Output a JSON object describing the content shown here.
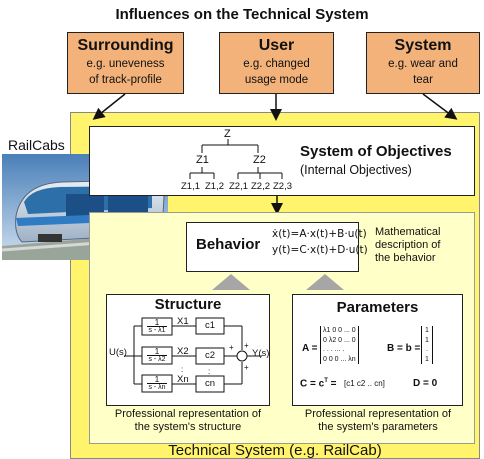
{
  "title": "Influences on the Technical System",
  "influences": [
    {
      "heading": "Surrounding",
      "line1": "e.g. uneveness",
      "line2": "of track-profile"
    },
    {
      "heading": "User",
      "line1": "e.g. changed",
      "line2": "usage mode"
    },
    {
      "heading": "System",
      "line1": "e.g. wear and",
      "line2": "tear"
    }
  ],
  "railcabs_label": "RailCabs",
  "objectives": {
    "title": "System of Objectives",
    "subtitle": "(Internal Objectives)",
    "tree": {
      "root": "Z",
      "level1": [
        "Z1",
        "Z2"
      ],
      "level2": [
        "Z1,1",
        "Z1,2",
        "Z2,1",
        "Z2,2",
        "Z2,3"
      ]
    }
  },
  "behavior": {
    "label": "Behavior",
    "eq1": "ẋ(t)=A·x(t)+B·u(t)",
    "eq2": "y(t)=C·x(t)+D·u(t)",
    "description": [
      "Mathematical",
      "description of",
      "the behavior"
    ]
  },
  "structure": {
    "title": "Structure",
    "input": "U(s)",
    "output": "Y(s)",
    "frac_num": "1",
    "frac_den": [
      "s - λ1",
      "s - λ2",
      "s - λn"
    ],
    "states": [
      "X1",
      "X2",
      "Xn"
    ],
    "gains": [
      "c1",
      "c2",
      "cn"
    ],
    "caption1": "Professional representation of",
    "caption2": "the system's structure"
  },
  "parameters": {
    "title": "Parameters",
    "A_label": "A =",
    "A_rows": [
      "λ1 0  0  ... 0",
      "0  λ2 0  ... 0",
      ".  .  .  ... .",
      "0  0  0  ... λn"
    ],
    "B_label": "B = b =",
    "B_rows": [
      "1",
      "1",
      ".",
      "1"
    ],
    "C_label": "C = c",
    "C_row": "[c1  c2  ..  cn]",
    "D_label": "D = 0",
    "caption1": "Professional representation of",
    "caption2": "the system's parameters"
  },
  "technical_label": "Technical System (e.g. RailCab)"
}
